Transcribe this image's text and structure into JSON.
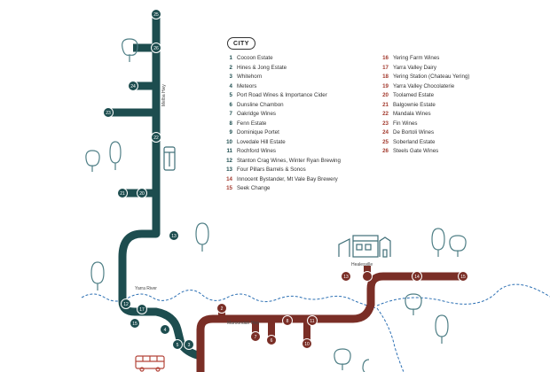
{
  "colors": {
    "teal_line": "#1d4d4f",
    "red_line": "#7a2e26",
    "river": "#2b6fb3",
    "tree": "#4f7f86",
    "bus": "#b3453a",
    "building": "#3f6f78",
    "text": "#333333"
  },
  "legend": {
    "title": "CITY",
    "left": [
      {
        "num": "1",
        "name": "Cocoon Estate"
      },
      {
        "num": "2",
        "name": "Hines & Jong Estate"
      },
      {
        "num": "3",
        "name": "Whitehorn"
      },
      {
        "num": "4",
        "name": "Meteors"
      },
      {
        "num": "5",
        "name": "Port Road Wines & Importance Cider"
      },
      {
        "num": "6",
        "name": "Dunsline Chambon"
      },
      {
        "num": "7",
        "name": "Oakridge Wines"
      },
      {
        "num": "8",
        "name": "Fenn Estate"
      },
      {
        "num": "9",
        "name": "Dominique Portet"
      },
      {
        "num": "10",
        "name": "Lovedale Hill Estate"
      },
      {
        "num": "11",
        "name": "Rochford Wines"
      },
      {
        "num": "12",
        "name": "Stanton Crag Wines, Winter Ryan Brewing"
      },
      {
        "num": "13",
        "name": "Four Pillars Barrels & Sonos"
      },
      {
        "num": "14",
        "name": "Innocent Bystander, Mt Vale Bay Brewery"
      },
      {
        "num": "15",
        "name": "Seek Change"
      }
    ],
    "right": [
      {
        "num": "16",
        "name": "Yering Farm Wines"
      },
      {
        "num": "17",
        "name": "Yarra Valley Dairy"
      },
      {
        "num": "18",
        "name": "Yering Station (Chateau Yering)"
      },
      {
        "num": "19",
        "name": "Yarra Valley Chocolaterie"
      },
      {
        "num": "20",
        "name": "Toolamed Estate"
      },
      {
        "num": "21",
        "name": "Balgownie Estate"
      },
      {
        "num": "22",
        "name": "Mandala Wines"
      },
      {
        "num": "23",
        "name": "Fin Wines"
      },
      {
        "num": "24",
        "name": "De Bortoli Wines"
      },
      {
        "num": "25",
        "name": "Soberland Estate"
      },
      {
        "num": "26",
        "name": "Steels Gate Wines"
      }
    ]
  },
  "labels": {
    "teal_road": "Melba Hwy",
    "river": "Yarra River",
    "red_road": "Maroondah Hwy",
    "town": "Healesville"
  },
  "teal_stops": [
    "25",
    "26",
    "24",
    "23",
    "22",
    "21",
    "20",
    "13",
    "12",
    "17",
    "15",
    "4",
    "5",
    "3"
  ],
  "red_stops": [
    "2",
    "7",
    "6",
    "8",
    "10",
    "11",
    "13",
    "14",
    "15"
  ],
  "icons": [
    "tree-icon",
    "bus-icon",
    "building-icon",
    "river-line"
  ]
}
